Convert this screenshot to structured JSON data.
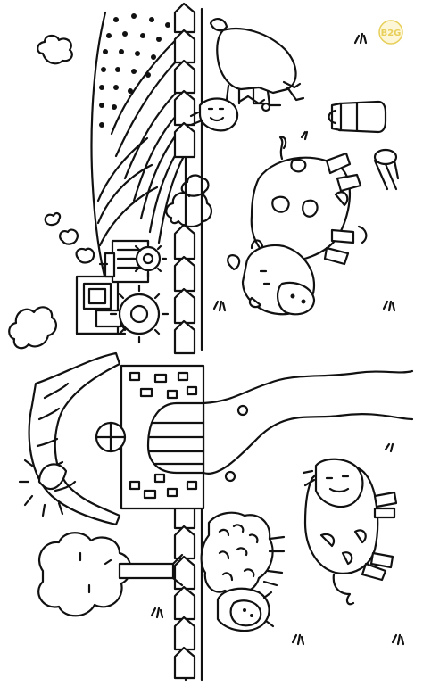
{
  "image": {
    "style": "black-and-white coloring page",
    "subject": "farm scene"
  },
  "logo": {
    "text": "B2G",
    "color": "#e8cf5a"
  },
  "palette": {
    "ink": "#111111",
    "paper": "#ffffff"
  }
}
